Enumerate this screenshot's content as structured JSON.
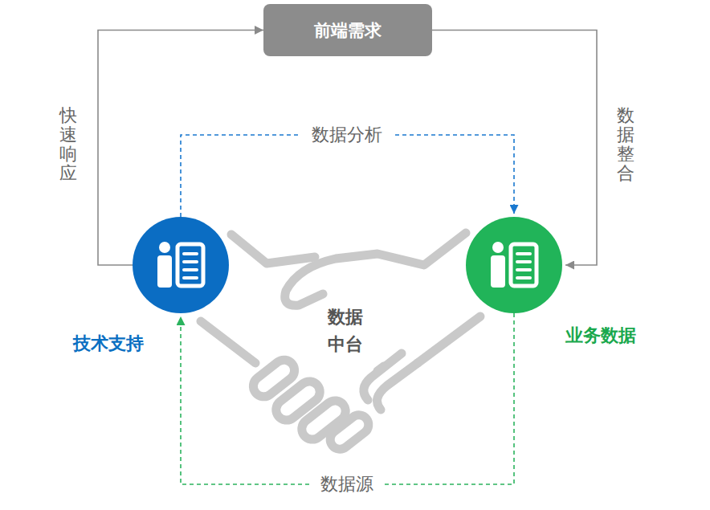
{
  "diagram": {
    "nodes": [
      {
        "text": [
          "前端需求"
        ]
      },
      {
        "text": [
          "技术支持"
        ]
      },
      {
        "text": [
          "业务数据"
        ]
      }
    ],
    "edges": [
      {
        "from": 1,
        "to": 0,
        "arrow": "to",
        "label": "快速响应"
      },
      {
        "from": 0,
        "to": 2,
        "arrow": "to",
        "label": "数据整合"
      },
      {
        "from": 1,
        "to": 2,
        "arrow": "to",
        "label": "数据分析"
      },
      {
        "from": 2,
        "to": 1,
        "arrow": "to",
        "label": "数据源"
      }
    ],
    "labels": [
      "数据 中台"
    ]
  }
}
